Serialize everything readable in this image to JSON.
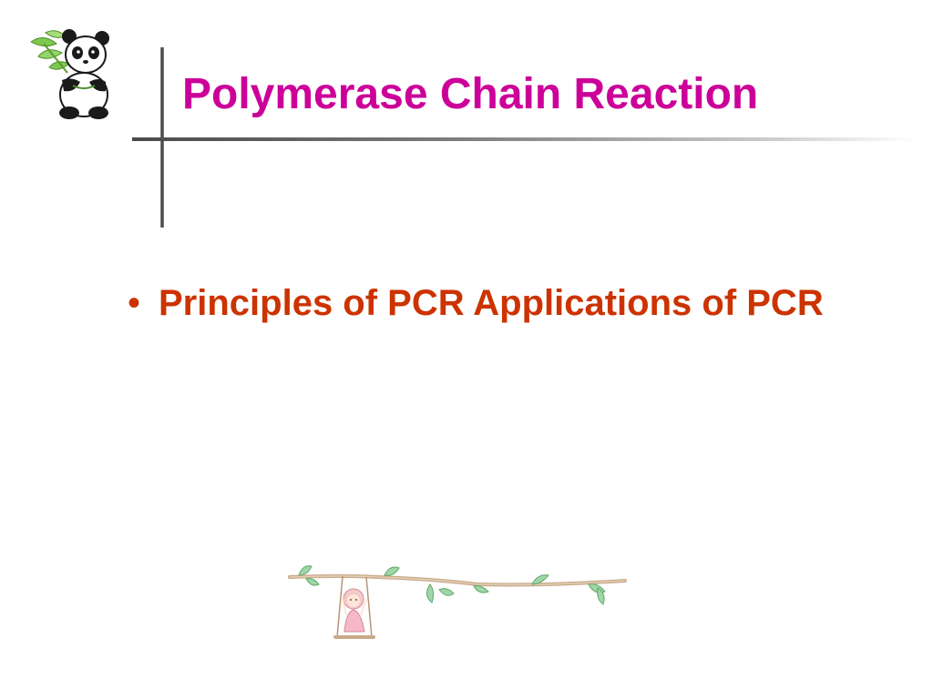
{
  "slide": {
    "title": "Polymerase Chain Reaction",
    "bullets": [
      {
        "marker": "•",
        "text": "Principles of PCR Applications of PCR"
      }
    ]
  },
  "colors": {
    "title": "#cc0099",
    "bullet": "#cc3300",
    "rule": "#3a3a3a"
  },
  "decorations": {
    "top_left": "panda-clipart",
    "bottom": "girl-on-swing-clipart"
  }
}
